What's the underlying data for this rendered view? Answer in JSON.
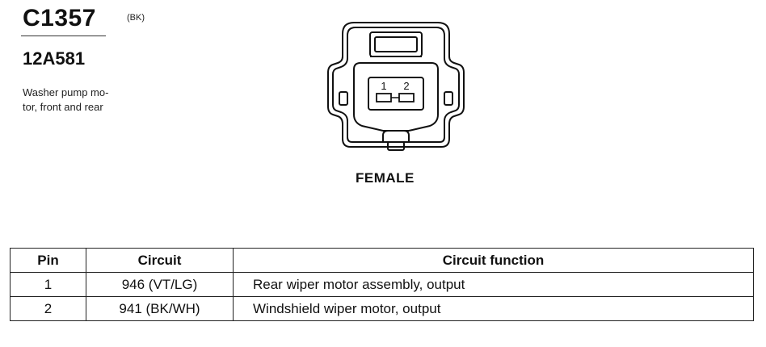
{
  "connector": {
    "id": "C1357",
    "color_code": "(BK)",
    "part_number": "12A581",
    "description_lines": [
      "Washer pump mo-",
      "tor, front and rear"
    ]
  },
  "diagram": {
    "pin_labels": [
      "1",
      "2"
    ],
    "gender": "FEMALE"
  },
  "pin_table": {
    "headers": [
      "Pin",
      "Circuit",
      "Circuit function"
    ],
    "rows": [
      [
        "1",
        "946 (VT/LG)",
        "Rear wiper motor assembly, output"
      ],
      [
        "2",
        "941 (BK/WH)",
        "Windshield wiper motor, output"
      ]
    ]
  }
}
